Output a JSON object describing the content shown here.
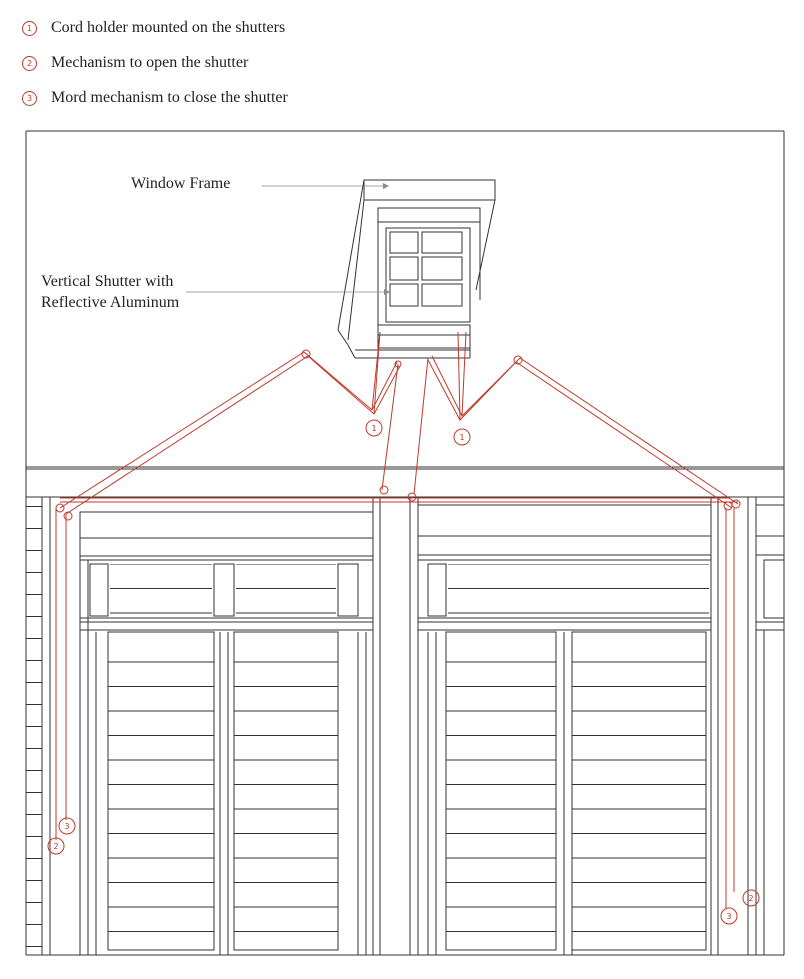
{
  "legend": [
    {
      "number": "1",
      "label": "Cord holder mounted on the shutters"
    },
    {
      "number": "2",
      "label": "Mechanism to open the shutter"
    },
    {
      "number": "3",
      "label": "Mord mechanism to close the shutter"
    }
  ],
  "labels": {
    "window_frame": "Window Frame",
    "vertical_shutter_line1": "Vertical Shutter with",
    "vertical_shutter_line2": "Reflective Aluminum"
  },
  "callouts": {
    "cord_holder_left": "1",
    "cord_holder_right": "1",
    "open_left": "2",
    "close_left": "3",
    "open_right": "2",
    "close_right": "3"
  },
  "colors": {
    "cord": "#c0392b",
    "linework": "#333333",
    "text": "#222222"
  }
}
